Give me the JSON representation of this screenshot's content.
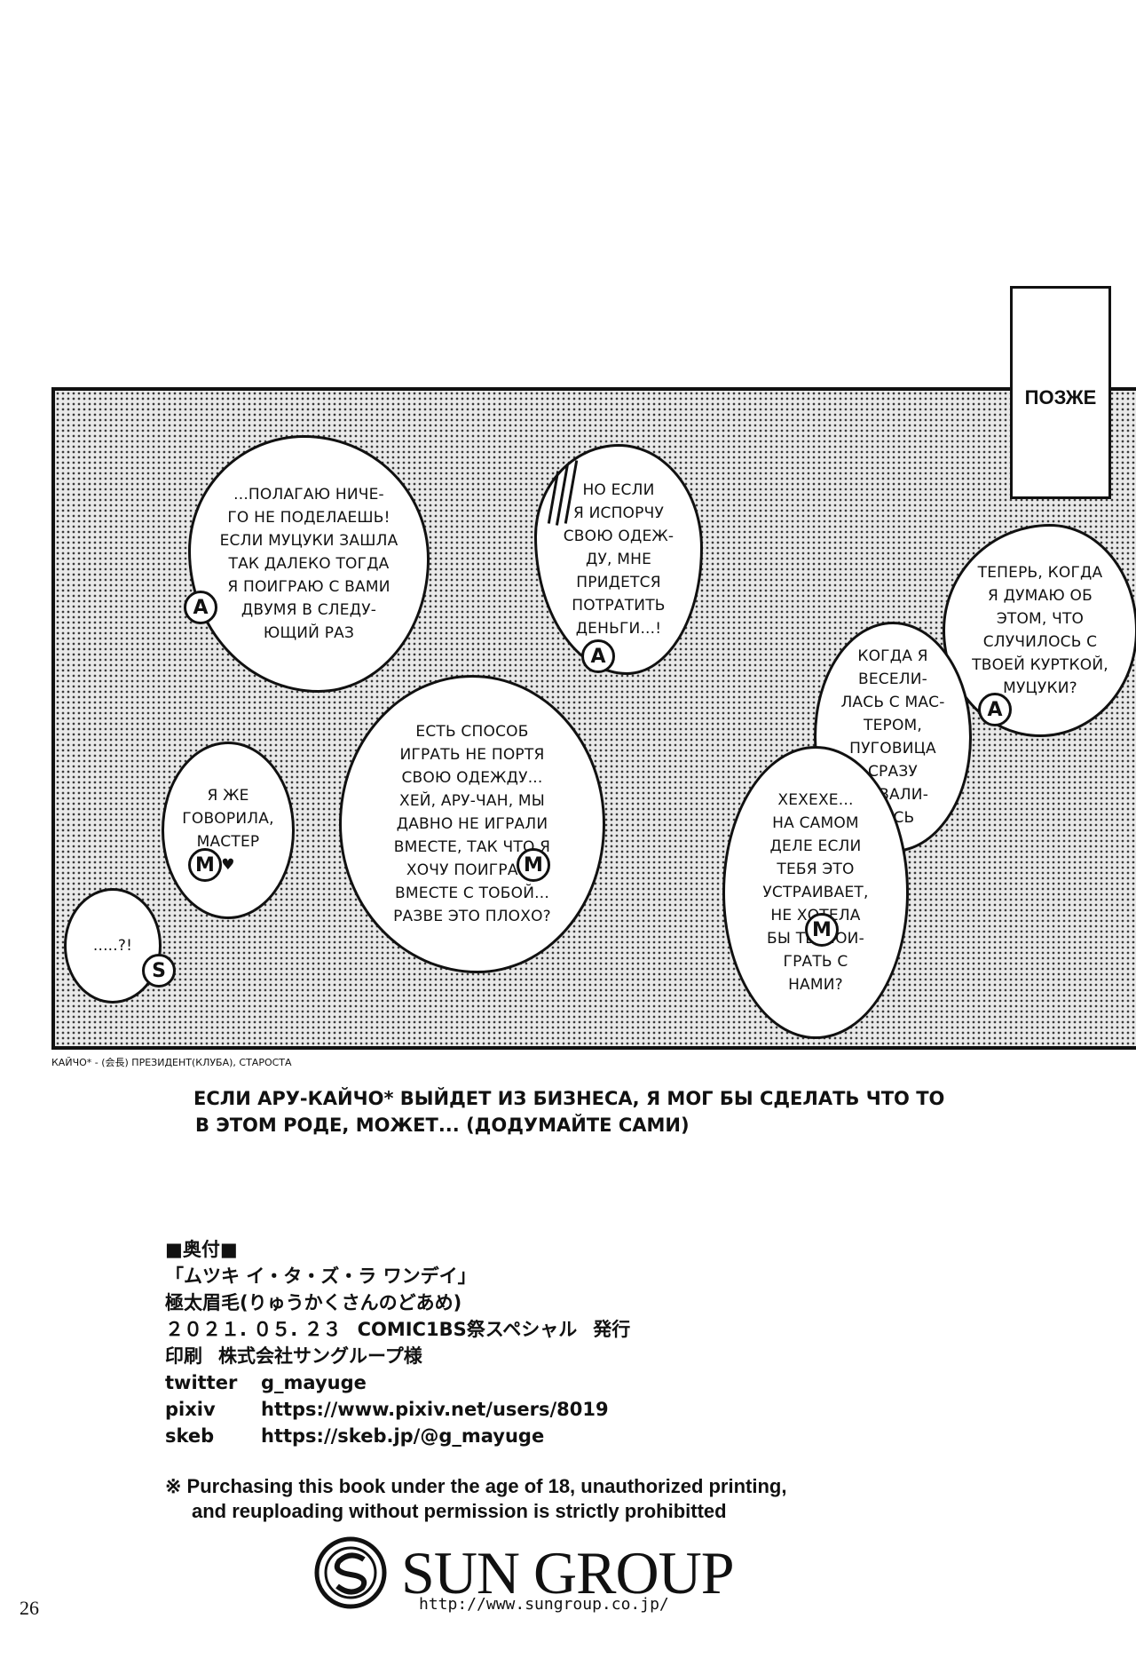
{
  "panel": {
    "later_label": "ПОЗЖЕ",
    "bubbles": [
      {
        "text": "...ПОЛАГАЮ НИЧЕ-\nГО НЕ ПОДЕЛАЕШЬ!\nЕСЛИ МУЦУКИ ЗАШЛА\nТАК ДАЛЕКО ТОГДА\nЯ ПОИГРАЮ С ВАМИ\nДВУМЯ В СЛЕДУ-\nЮЩИЙ РАЗ",
        "speaker": "A"
      },
      {
        "text": "НО ЕСЛИ\nЯ ИСПОРЧУ\nСВОЮ ОДЕЖ-\nДУ, МНЕ\nПРИДЕТСЯ\nПОТРАТИТЬ\nДЕНЬГИ...!",
        "speaker": "A"
      },
      {
        "text": "ТЕПЕРЬ, КОГДА\nЯ ДУМАЮ ОБ\nЭТОМ, ЧТО\nСЛУЧИЛОСЬ С\nТВОЕЙ КУРТКОЙ,\nМУЦУКИ?",
        "speaker": "A"
      },
      {
        "text": "КОГДА Я\nВЕСЕЛИ-\nЛАСЬ С МАС-\nТЕРОМ,\nПУГОВИЦА\nСРАЗУ\nОТВАЛИ-\nЛАСЬ",
        "speaker": ""
      },
      {
        "text": "ЕСТЬ СПОСОБ\nИГРАТЬ НЕ ПОРТЯ\nСВОЮ ОДЕЖДУ...\nХЕЙ, АРУ-ЧАН, МЫ\nДАВНО НЕ ИГРАЛИ\nВМЕСТЕ, ТАК ЧТО Я\nХОЧУ ПОИГРАТЬ\nВМЕСТЕ С ТОБОЙ...\nРАЗВЕ ЭТО ПЛОХО?",
        "speaker": "M"
      },
      {
        "text": "Я ЖЕ\nГОВОРИЛА,\nМАСТЕР\n♥",
        "speaker": "M"
      },
      {
        "text": "ХЕХЕХЕ...\nНА САМОМ\nДЕЛЕ ЕСЛИ\nТЕБЯ ЭТО\nУСТРАИВАЕТ,\nНЕ ХОТЕЛА\nБЫ ТЫ ПОИ-\nГРАТЬ С\nНАМИ?",
        "speaker": "M"
      },
      {
        "text": ".....?!",
        "speaker": "S"
      }
    ]
  },
  "footnote": "КАЙЧО* - (会長) ПРЕЗИДЕНТ(КЛУБА), СТАРОСТА",
  "caption": {
    "line1": "ЕСЛИ АРУ-КАЙЧО* ВЫЙДЕТ ИЗ БИЗНЕСА, Я МОГ БЫ СДЕЛАТЬ ЧТО ТО",
    "line2": "В ЭТОМ РОДЕ, МОЖЕТ... (ДОДУМАЙТЕ САМИ)"
  },
  "colophon": {
    "heading": "■奥付■",
    "title": "「ムツキ イ・タ・ズ・ラ ワンデイ」",
    "circle": "極太眉毛(りゅうかくさんのどあめ)",
    "date": "２０２１. ０５. ２３",
    "event": "COMIC1BS祭スペシャル",
    "issued": "発行",
    "printer_label": "印刷",
    "printer": "株式会社サングループ様",
    "links": [
      {
        "label": "twitter",
        "value": "g_mayuge"
      },
      {
        "label": "pixiv",
        "value": "https://www.pixiv.net/users/8019"
      },
      {
        "label": "skeb",
        "value": "https://skeb.jp/@g_mayuge"
      }
    ]
  },
  "warning": {
    "line1": "※ Purchasing this book under the age of 18, unauthorized printing,",
    "line2": "and reuploading without permission is strictly prohibitted"
  },
  "logo": {
    "name": "SUN GROUP",
    "url": "http://www.sungroup.co.jp/"
  },
  "page_number": "26"
}
